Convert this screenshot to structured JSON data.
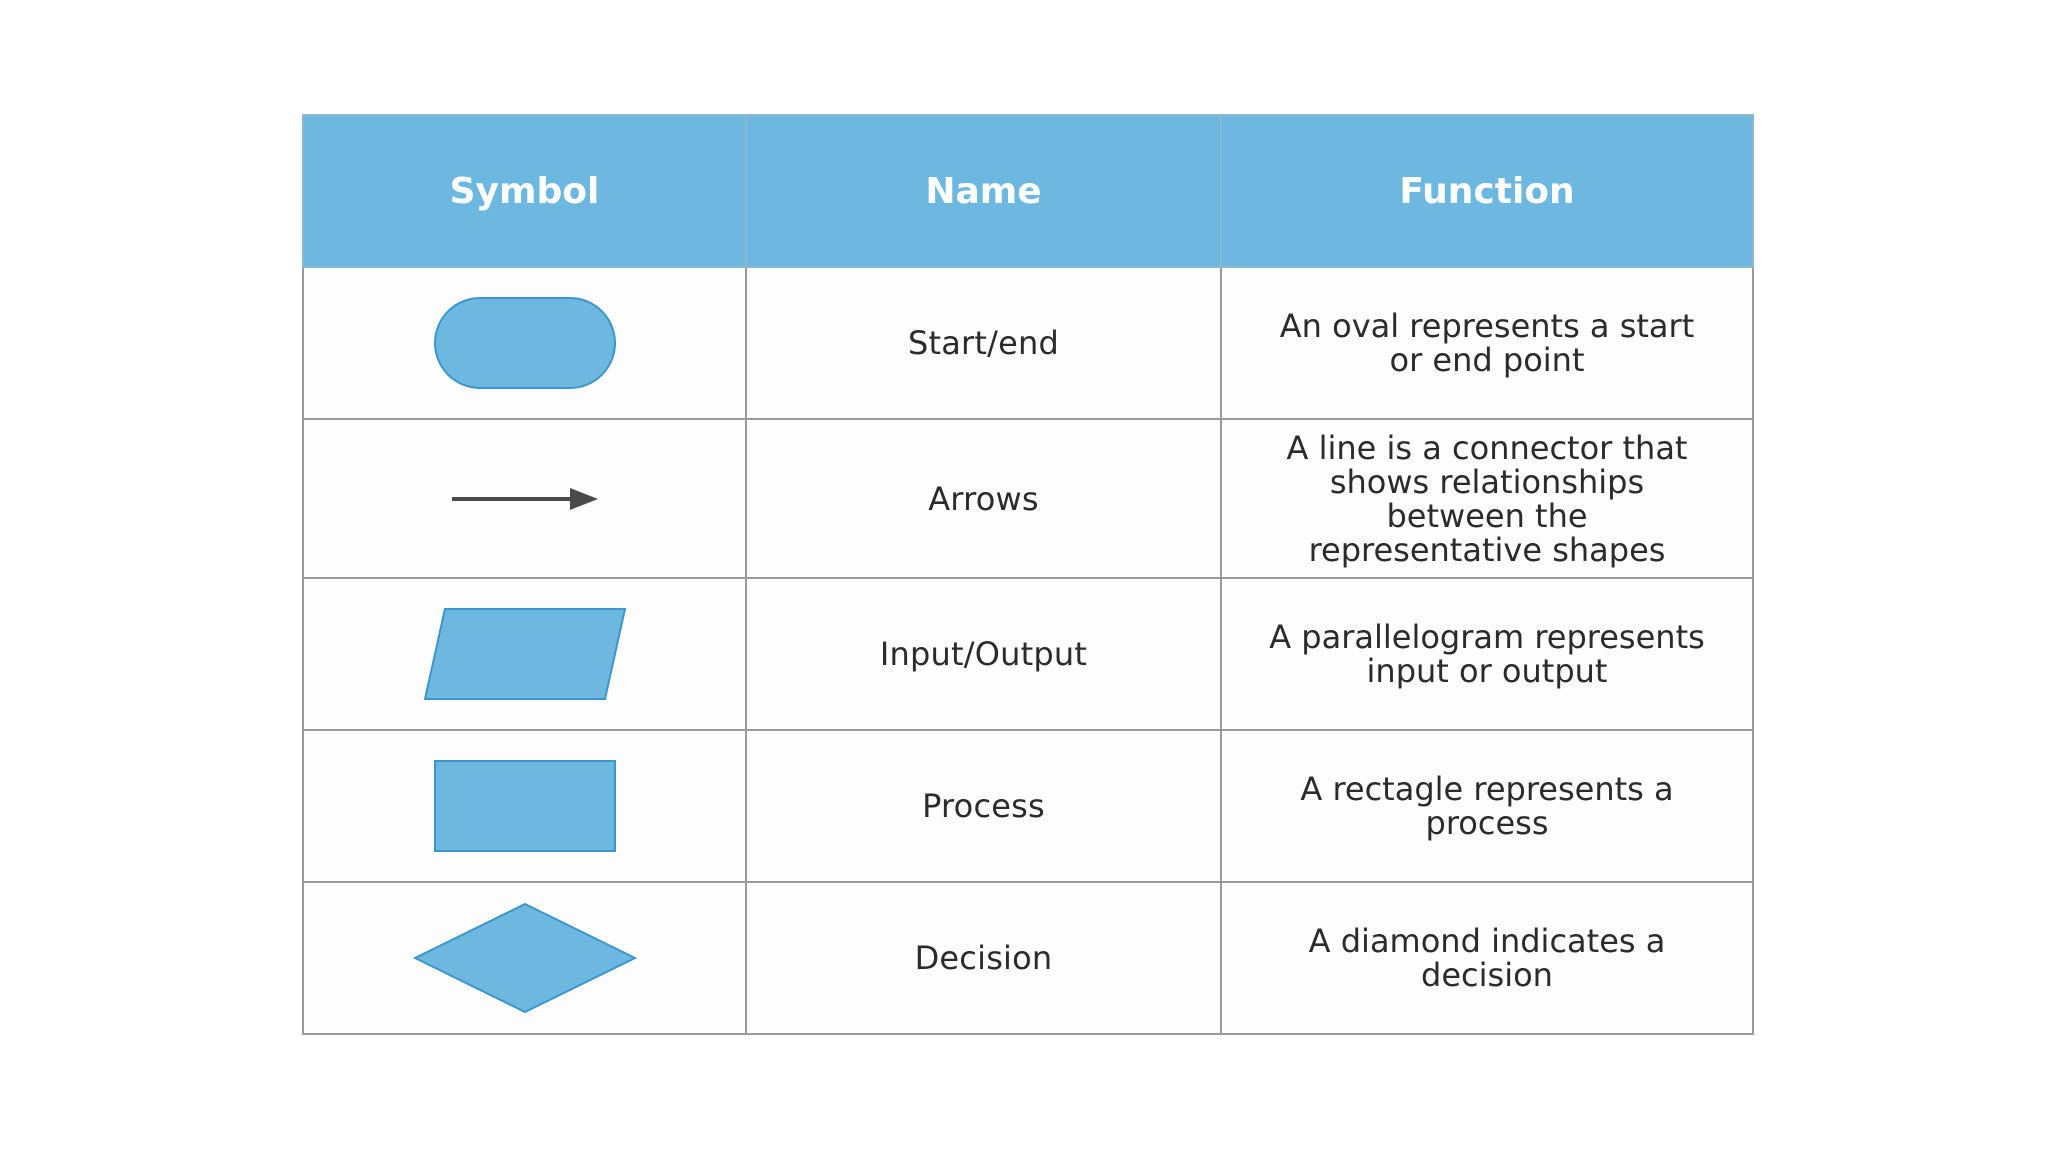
{
  "table": {
    "headers": [
      "Symbol",
      "Name",
      "Function"
    ],
    "rows": [
      {
        "symbol_icon": "oval-icon",
        "name": "Start/end",
        "function": "An oval represents a start or end point"
      },
      {
        "symbol_icon": "arrow-right-icon",
        "name": "Arrows",
        "function": "A line is a connector that shows relationships between the representative shapes"
      },
      {
        "symbol_icon": "parallelogram-icon",
        "name": "Input/Output",
        "function": "A parallelogram represents input or output"
      },
      {
        "symbol_icon": "rectangle-icon",
        "name": "Process",
        "function": "A rectagle represents a process"
      },
      {
        "symbol_icon": "diamond-icon",
        "name": "Decision",
        "function": "A diamond indicates a decision"
      }
    ]
  },
  "colors": {
    "header_bg": "#6cb8e0",
    "shape_fill": "#6cb8e0",
    "shape_stroke": "#3d95c9",
    "arrow": "#4a4a4a",
    "border": "#9a9a9a"
  }
}
